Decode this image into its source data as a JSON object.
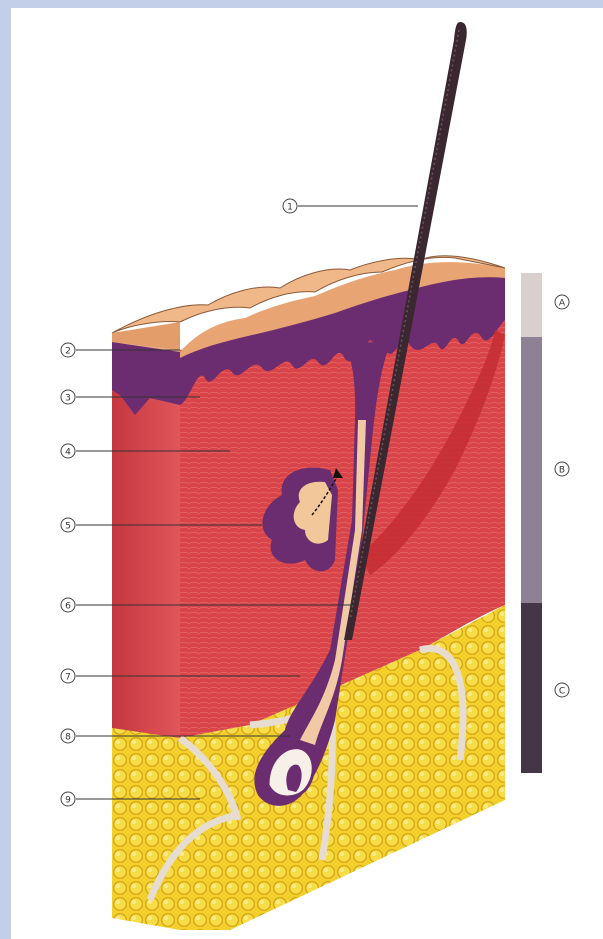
{
  "colors": {
    "frame": "#c3cfe9",
    "paper": "#ffffff",
    "dermis": "#d8454a",
    "epidermis_purple": "#6b2c70",
    "stratum_tan": "#e8a473",
    "fat_yellow": "#f2cf2a",
    "hair_shaft": "#3a2730",
    "bar_A": "#d9cfcd",
    "bar_B": "#8f8195",
    "bar_C": "#453549"
  },
  "callouts": [
    {
      "label": "1"
    },
    {
      "label": "2"
    },
    {
      "label": "3"
    },
    {
      "label": "4"
    },
    {
      "label": "5"
    },
    {
      "label": "6"
    },
    {
      "label": "7"
    },
    {
      "label": "8"
    },
    {
      "label": "9"
    }
  ],
  "layers": [
    {
      "label": "A"
    },
    {
      "label": "B"
    },
    {
      "label": "C"
    }
  ]
}
